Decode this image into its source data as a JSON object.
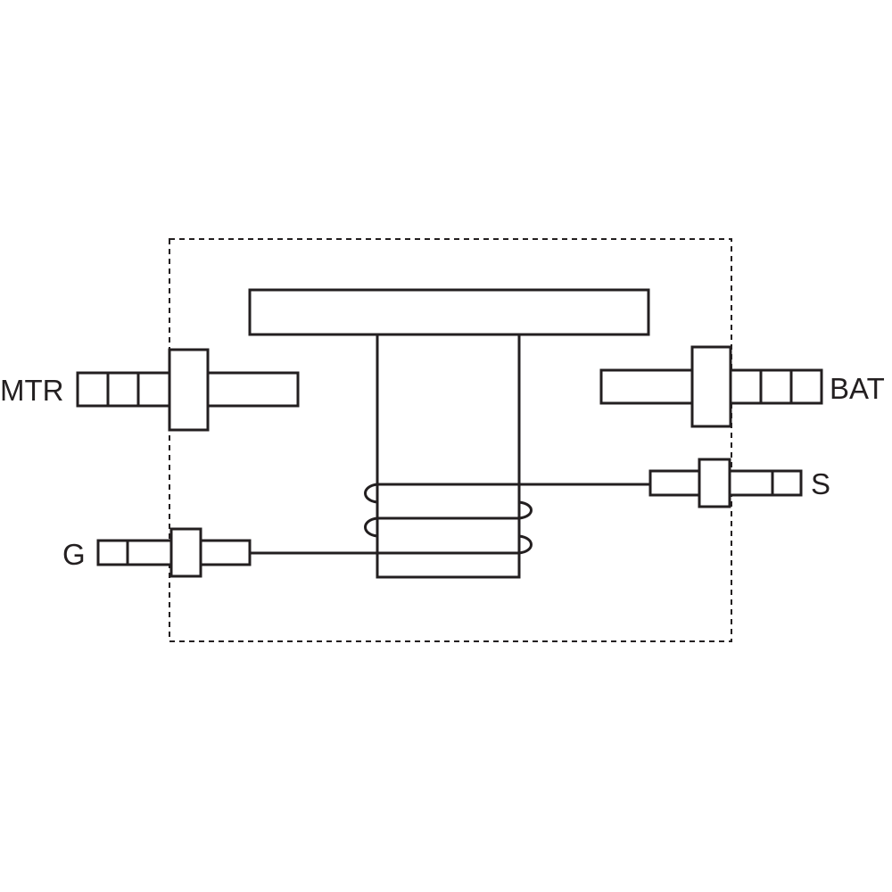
{
  "labels": {
    "mtr": "MTR",
    "bat": "BAT",
    "s": "S",
    "g": "G"
  },
  "colors": {
    "line": "#231f20",
    "background": "#ffffff"
  }
}
